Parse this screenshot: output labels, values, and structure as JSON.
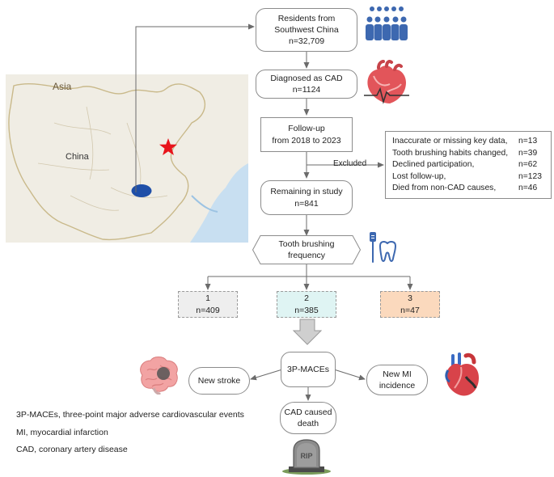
{
  "flow": {
    "residents": {
      "line1": "Residents from",
      "line2": "Southwest China",
      "count": "n=32,709"
    },
    "diagnosed": {
      "line1": "Diagnosed as CAD",
      "count": "n=1124"
    },
    "followup": {
      "line1": "Follow-up",
      "line2": "from 2018 to 2023"
    },
    "excluded_label": "Excluded",
    "exclusions": [
      {
        "reason": "Inaccurate or missing key data,",
        "count": "n=13"
      },
      {
        "reason": "Tooth brushing habits changed,",
        "count": "n=39"
      },
      {
        "reason": "Declined participation,",
        "count": "n=62"
      },
      {
        "reason": "Lost follow-up,",
        "count": "n=123"
      },
      {
        "reason": "Died from non-CAD causes,",
        "count": "n=46"
      }
    ],
    "remaining": {
      "line1": "Remaining in study",
      "count": "n=841"
    },
    "brushing": {
      "line1": "Tooth brushing",
      "line2": "frequency"
    },
    "groups": [
      {
        "label": "1",
        "count": "n=409",
        "color": "#eeeeee"
      },
      {
        "label": "2",
        "count": "n=385",
        "color": "#dff4f3"
      },
      {
        "label": "3",
        "count": "n=47",
        "color": "#fbd9bd"
      }
    ],
    "maces": {
      "label": "3P-MACEs"
    },
    "stroke": {
      "label": "New stroke"
    },
    "mi": {
      "line1": "New MI",
      "line2": "incidence"
    },
    "death": {
      "line1": "CAD caused",
      "line2": "death"
    }
  },
  "map": {
    "region_label": "Asia",
    "country_label": "China",
    "star_color": "#e8141b",
    "marker_color": "#1f4fa8"
  },
  "abbreviations": [
    "3P-MACEs, three-point major adverse cardiovascular events",
    "MI, myocardial infarction",
    "CAD, coronary artery disease"
  ],
  "tombstone_text": "RIP",
  "colors": {
    "people_icon": "#3d68b0",
    "heart": "#e2555a",
    "brain": "#f2a3a3"
  }
}
